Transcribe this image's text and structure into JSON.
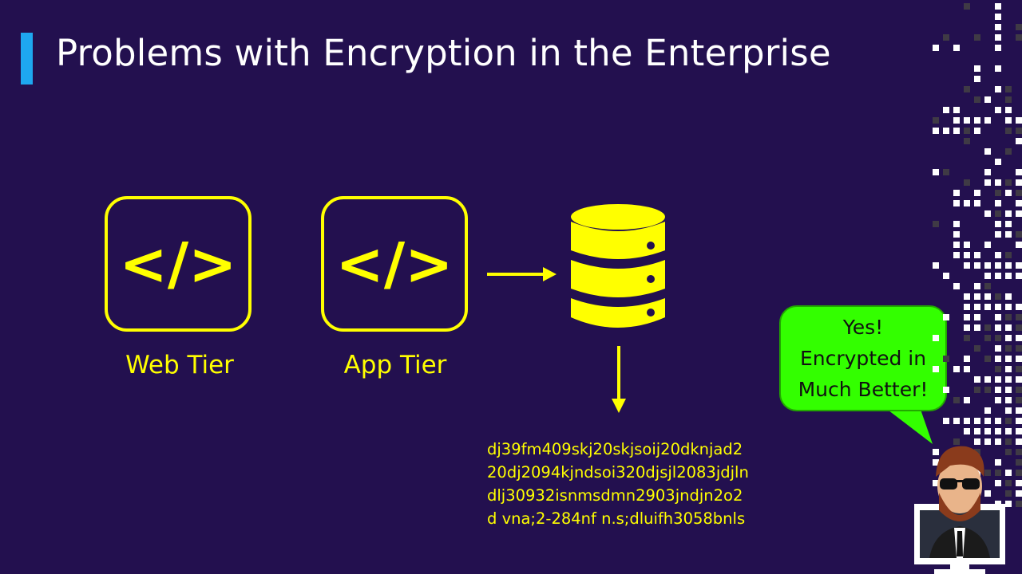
{
  "title": "Problems with Encryption in the Enterprise",
  "tiers": [
    {
      "label": "Web Tier",
      "icon": "code-icon",
      "glyph": "</>"
    },
    {
      "label": "App Tier",
      "icon": "code-icon",
      "glyph": "</>"
    }
  ],
  "ciphertext": [
    "dj39fm409skj20skjsoij20dknjad2",
    "20dj2094kjndsoi320djsjl2083jdjln",
    "dlj30932isnmsdmn2903jndjn2o2",
    "d vna;2-284nf n.s;dluifh3058bnls"
  ],
  "speech_bubble": {
    "lines": [
      "Yes!",
      "Encrypted in",
      "Much Better!"
    ]
  },
  "colors": {
    "background": "#23104f",
    "accent": "#1ea7f0",
    "diagram": "#ffff00",
    "bubble": "#33ff00"
  }
}
